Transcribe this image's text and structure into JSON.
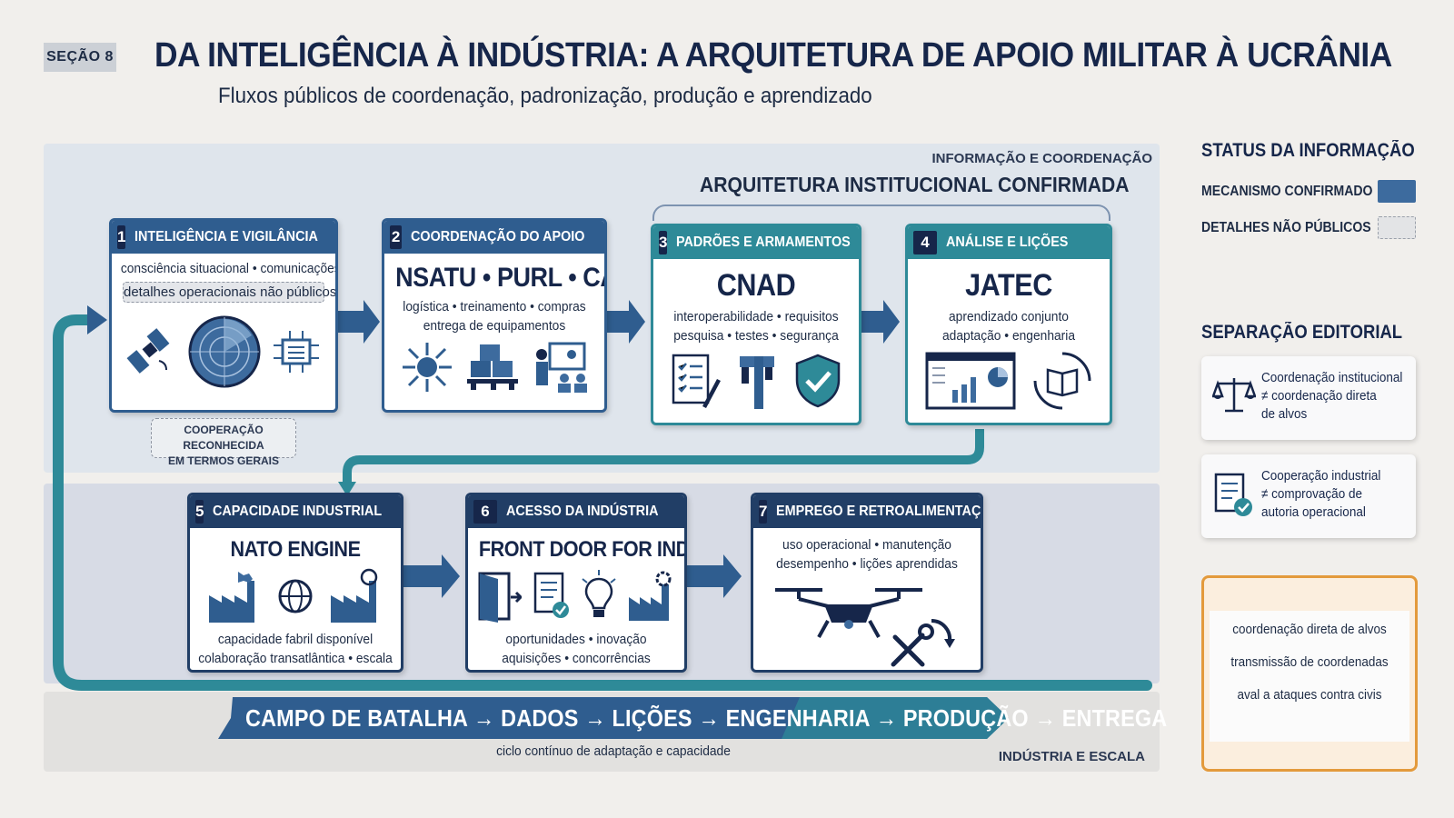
{
  "header": {
    "section": "SEÇÃO 8",
    "title": "DA INTELIGÊNCIA À INDÚSTRIA: A ARQUITETURA DE APOIO MILITAR À UCRÂNIA",
    "subtitle": "Fluxos públicos de coordenação, padronização, produção e aprendizado"
  },
  "bands": {
    "top_label": "INFORMAÇÃO E COORDENAÇÃO",
    "bottom_label": "INDÚSTRIA E ESCALA",
    "architecture_label": "ARQUITETURA INSTITUCIONAL CONFIRMADA"
  },
  "cards": [
    {
      "number": "1",
      "title": "INTELIGÊNCIA E VIGILÂNCIA",
      "line1": "consciência situacional • comunicações",
      "pill": "detalhes operacionais não públicos",
      "icons": [
        "satellite-icon",
        "radar-icon",
        "chip-icon"
      ],
      "note": [
        "COOPERAÇÃO RECONHECIDA",
        "EM TERMOS GERAIS"
      ]
    },
    {
      "number": "2",
      "title": "COORDENAÇÃO DO APOIO",
      "headline": "NSATU • PURL • CAP",
      "line1": "logística • treinamento • compras",
      "line2": "entrega de equipamentos",
      "icons": [
        "network-hub-icon",
        "pallet-boxes-icon",
        "trainer-icon"
      ]
    },
    {
      "number": "3",
      "title": "PADRÕES E ARMAMENTOS",
      "headline": "CNAD",
      "line1": "interoperabilidade • requisitos",
      "line2": "pesquisa • testes • segurança",
      "icons": [
        "checklist-icon",
        "caliper-icon",
        "shield-check-icon"
      ]
    },
    {
      "number": "4",
      "title": "ANÁLISE E LIÇÕES",
      "headline": "JATEC",
      "line1": "aprendizado conjunto",
      "line2": "adaptação • engenharia",
      "icons": [
        "dashboard-icon",
        "book-cycle-icon"
      ]
    },
    {
      "number": "5",
      "title": "CAPACIDADE INDUSTRIAL",
      "headline": "NATO ENGINE",
      "line1": "capacidade fabril disponível",
      "line2": "colaboração transatlântica • escala",
      "icons": [
        "factory-europe-icon",
        "globe-icon",
        "factory-us-icon"
      ]
    },
    {
      "number": "6",
      "title": "ACESSO DA INDÚSTRIA",
      "headline": "FRONT DOOR FOR INDUSTRY",
      "line1": "oportunidades • inovação",
      "line2": "aquisições • concorrências",
      "icons": [
        "door-icon",
        "document-check-icon",
        "lightbulb-icon",
        "factory-gear-icon"
      ]
    },
    {
      "number": "7",
      "title": "EMPREGO E RETROALIMENTAÇÃO",
      "line1": "uso operacional • manutenção",
      "line2": "desempenho • lições aprendidas",
      "icons": [
        "drone-icon",
        "tools-cycle-icon"
      ]
    }
  ],
  "cycle": {
    "text": "CAMPO DE BATALHA → DADOS → LIÇÕES → ENGENHARIA → PRODUÇÃO → ENTREGA",
    "caption": "ciclo contínuo de adaptação e capacidade"
  },
  "side": {
    "status_heading": "STATUS DA INFORMAÇÃO",
    "legend_confirmed": "MECANISMO CONFIRMADO",
    "legend_private": "DETALHES NÃO PÚBLICOS",
    "separation_heading": "SEPARAÇÃO EDITORIAL",
    "separation_1": [
      "Coordenação institucional",
      "≠ coordenação direta",
      "de alvos"
    ],
    "separation_2": [
      "Cooperação industrial",
      "≠ comprovação de",
      "autoria operacional"
    ],
    "excluded": [
      "coordenação direta de alvos",
      "transmissão de coordenadas",
      "aval a ataques contra civis"
    ]
  },
  "colors": {
    "confirmed": "#3d6b9e",
    "navy": "#16264a",
    "teal": "#2e8a98",
    "warning_border": "#e39a3c"
  }
}
